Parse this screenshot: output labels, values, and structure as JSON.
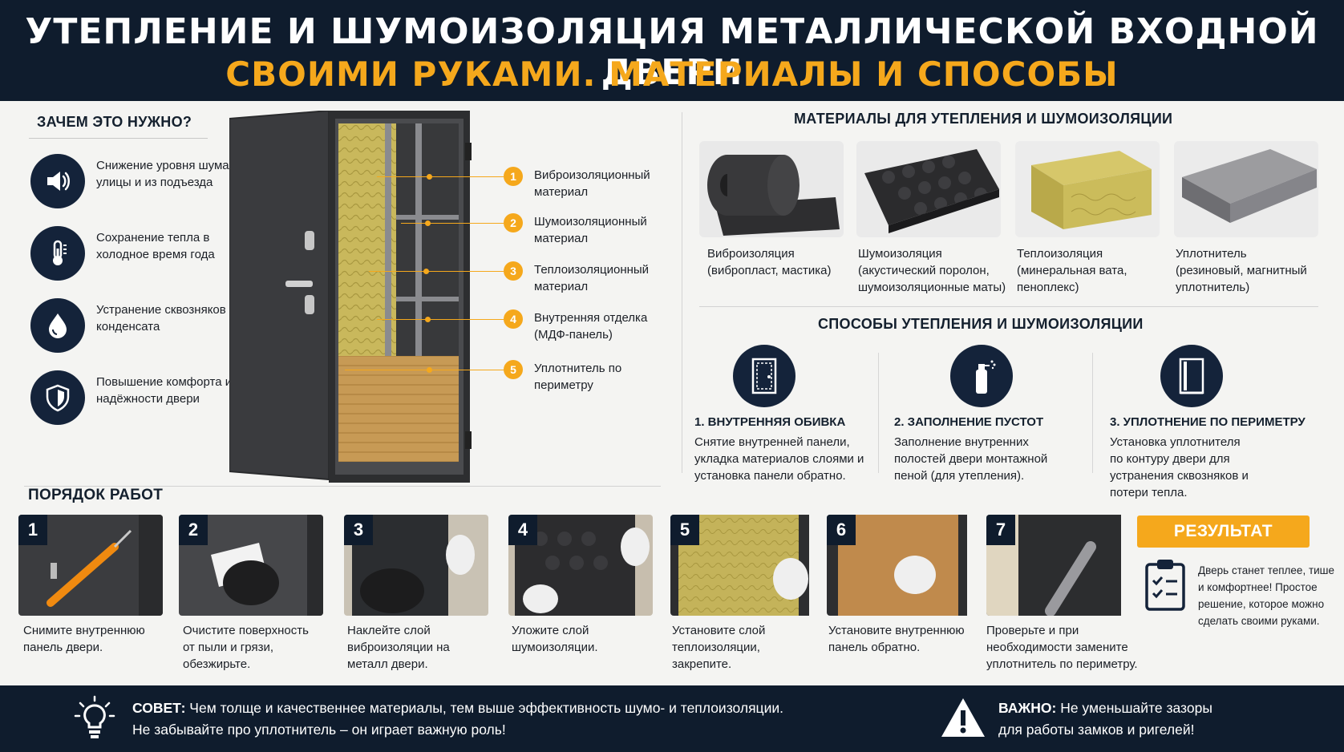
{
  "header": {
    "title_line1": "УТЕПЛЕНИЕ И ШУМОИЗОЛЯЦИЯ МЕТАЛЛИЧЕСКОЙ ВХОДНОЙ ДВЕРИ",
    "title_line2": "СВОИМИ РУКАМИ. МАТЕРИАЛЫ И СПОСОБЫ"
  },
  "why": {
    "title": "ЗАЧЕМ ЭТО НУЖНО?",
    "items": [
      {
        "icon": "speaker-icon",
        "text": "Снижение уровня шума с улицы и из подъезда"
      },
      {
        "icon": "thermometer-icon",
        "text": "Сохранение тепла в холодное время года"
      },
      {
        "icon": "water-drop-icon",
        "text": "Устранение сквозняков и конденсата"
      },
      {
        "icon": "shield-icon",
        "text": "Повышение комфорта и надёжности двери"
      }
    ]
  },
  "door_layers": [
    {
      "num": "1",
      "text": "Виброизоляционный материал"
    },
    {
      "num": "2",
      "text": "Шумоизоляционный материал"
    },
    {
      "num": "3",
      "text": "Теплоизоляционный материал"
    },
    {
      "num": "4",
      "text": "Внутренняя отделка (МДФ-панель)"
    },
    {
      "num": "5",
      "text": "Уплотнитель по периметру"
    }
  ],
  "materials": {
    "title": "МАТЕРИАЛЫ ДЛЯ УТЕПЛЕНИЯ И ШУМОИЗОЛЯЦИИ",
    "items": [
      {
        "name": "Виброизоляция",
        "detail": "(вибропласт, мастика)"
      },
      {
        "name": "Шумоизоляция",
        "detail": "(акустический поролон, шумоизоляционные маты)"
      },
      {
        "name": "Теплоизоляция",
        "detail": "(минеральная вата, пеноплекс)"
      },
      {
        "name": "Уплотнитель",
        "detail": "(резиновый, магнитный уплотнитель)"
      }
    ]
  },
  "methods": {
    "title": "СПОСОБЫ УТЕПЛЕНИЯ И ШУМОИЗОЛЯЦИИ",
    "items": [
      {
        "icon": "door-panel-icon",
        "title": "1. ВНУТРЕННЯЯ ОБИВКА",
        "text": "Снятие внутренней панели, укладка материалов слоями и установка панели обратно."
      },
      {
        "icon": "foam-can-icon",
        "title": "2. ЗАПОЛНЕНИЕ ПУСТОТ",
        "text": "Заполнение внутренних полостей двери монтажной пеной (для утепления)."
      },
      {
        "icon": "door-seal-icon",
        "title": "3. УПЛОТНЕНИЕ ПО ПЕРИМЕТРУ",
        "text": "Установка уплотнителя по контуру двери для устранения сквозняков и потери тепла."
      }
    ]
  },
  "steps": {
    "title": "ПОРЯДОК РАБОТ",
    "items": [
      {
        "num": "1",
        "text": "Снимите внутреннюю панель двери."
      },
      {
        "num": "2",
        "text": "Очистите поверхность от пыли и грязи, обезжирьте."
      },
      {
        "num": "3",
        "text": "Наклейте слой виброизоляции на металл двери."
      },
      {
        "num": "4",
        "text": "Уложите слой шумоизоляции."
      },
      {
        "num": "5",
        "text": "Установите слой теплоизоляции, закрепите."
      },
      {
        "num": "6",
        "text": "Установите внутреннюю панель обратно."
      },
      {
        "num": "7",
        "text": "Проверьте и при необходимости замените уплотнитель по периметру."
      }
    ]
  },
  "result": {
    "label": "РЕЗУЛЬТАТ",
    "text": "Дверь станет теплее, тише и комфортнее! Простое решение, которое можно сделать своими руками."
  },
  "footer": {
    "tip_label": "СОВЕТ:",
    "tip_line1": "Чем толще и качественнее материалы, тем выше эффективность шумо- и теплоизоляции.",
    "tip_line2": "Не забывайте про уплотнитель – он играет важную роль!",
    "warn_label": "ВАЖНО:",
    "warn_line1": "Не уменьшайте зазоры",
    "warn_line2": "для работы замков и ригелей!"
  },
  "colors": {
    "navy": "#0f1c2d",
    "accent": "#f5a81c",
    "background": "#f4f4f2"
  }
}
